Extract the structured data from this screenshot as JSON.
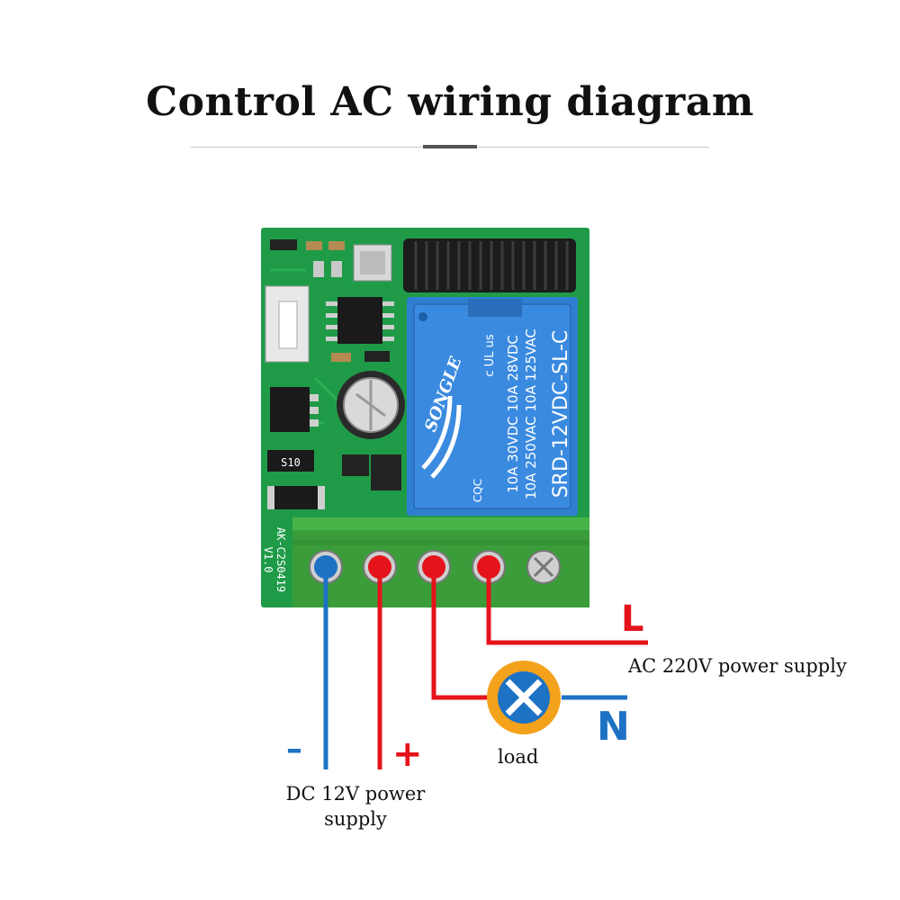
{
  "title": "Control AC wiring diagram",
  "relay": {
    "brand": "SONGLE",
    "model": "SRD-12VDC-SL-C",
    "rating_1": "10A 250VAC  10A 125VAC",
    "rating_2": "10A 30VDC  10A 28VDC",
    "cert_1": "CQC",
    "cert_2": "c UL us"
  },
  "board": {
    "pcb_label": "AK-C2S0419",
    "version": "V1.0",
    "diode_label": "S10"
  },
  "labels": {
    "L": "L",
    "N": "N",
    "ac_supply": "AC 220V power supply",
    "load": "load",
    "minus": "–",
    "plus": "+",
    "dc_supply_line1": "DC 12V power",
    "dc_supply_line2": "supply"
  },
  "colors": {
    "pcb_green": "#1f9b48",
    "terminal_green": "#3a9d3a",
    "relay_blue": "#2f7fd0",
    "wire_red": "#e5131b",
    "wire_blue": "#1d72c4",
    "lamp_fill": "#f4a21c",
    "lamp_center": "#1d72c4"
  }
}
